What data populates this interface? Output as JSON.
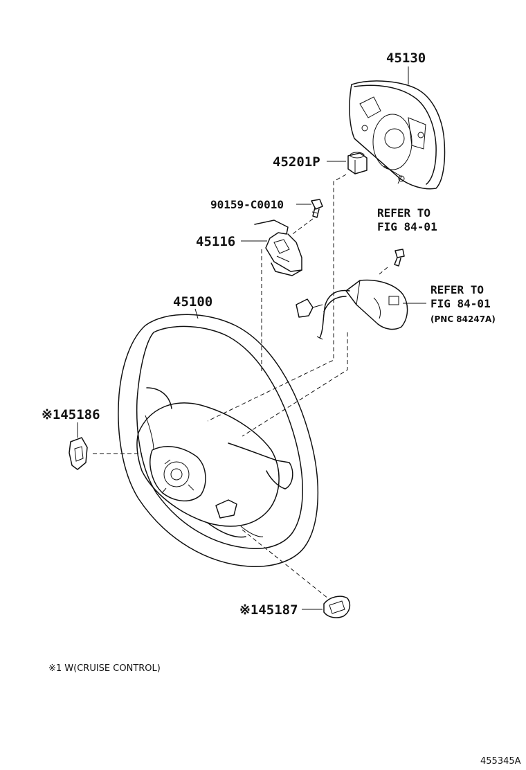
{
  "parts": {
    "p45130": "45130",
    "p45201p": "45201P",
    "p90159": "90159-C0010",
    "p45116": "45116",
    "p45100": "45100",
    "p45186": "※145186",
    "p45187": "※145187"
  },
  "refs": {
    "ref1_line1": "REFER TO",
    "ref1_line2": "FIG 84-01",
    "ref2_line1": "REFER TO",
    "ref2_line2": "FIG 84-01",
    "ref2_line3": "(PNC 84247A)"
  },
  "footnote": "※1 W(CRUISE CONTROL)",
  "figure_id": "455345A"
}
